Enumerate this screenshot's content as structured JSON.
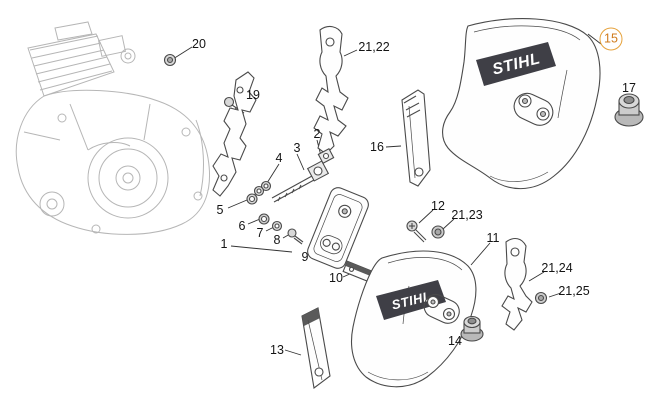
{
  "diagram": {
    "brand_text": "STIHL",
    "highlight_color": "#e6a23c",
    "highlighted_label": "15",
    "line_color": "#4a4a4a",
    "engine_line_color": "#b6b6b6"
  },
  "labels": [
    {
      "text": "20"
    },
    {
      "text": "19"
    },
    {
      "text": "21,22"
    },
    {
      "text": "16"
    },
    {
      "text": "15",
      "highlighted": true
    },
    {
      "text": "17"
    },
    {
      "text": "2"
    },
    {
      "text": "3"
    },
    {
      "text": "4"
    },
    {
      "text": "5"
    },
    {
      "text": "6"
    },
    {
      "text": "7"
    },
    {
      "text": "8"
    },
    {
      "text": "1"
    },
    {
      "text": "9"
    },
    {
      "text": "10"
    },
    {
      "text": "12"
    },
    {
      "text": "21,23"
    },
    {
      "text": "11"
    },
    {
      "text": "13"
    },
    {
      "text": "14"
    },
    {
      "text": "21,24"
    },
    {
      "text": "21,25"
    }
  ]
}
